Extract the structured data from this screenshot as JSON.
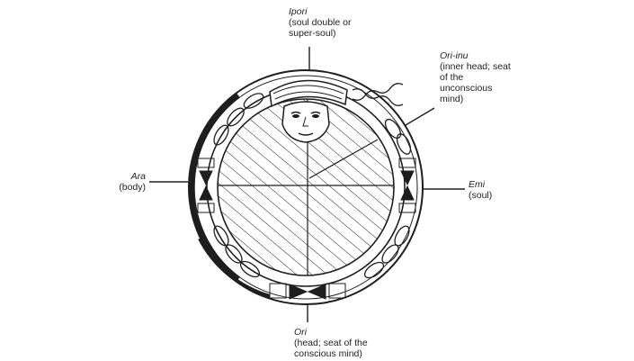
{
  "labels": {
    "ipori": {
      "term": "Ipori",
      "desc1": "(soul double or",
      "desc2": "super-soul)"
    },
    "ori_inu": {
      "term": "Ori-inu",
      "desc1": "(inner head; seat",
      "desc2": "of the",
      "desc3": "unconscious",
      "desc4": "mind)"
    },
    "ara": {
      "term": "Ara",
      "desc1": "(body)"
    },
    "emi": {
      "term": "Emi",
      "desc1": "(soul)"
    },
    "ori": {
      "term": "Ori",
      "desc1": "(head; seat of the",
      "desc2": "conscious mind)"
    }
  },
  "colors": {
    "ink": "#1e1e1e",
    "paper": "#ffffff"
  }
}
